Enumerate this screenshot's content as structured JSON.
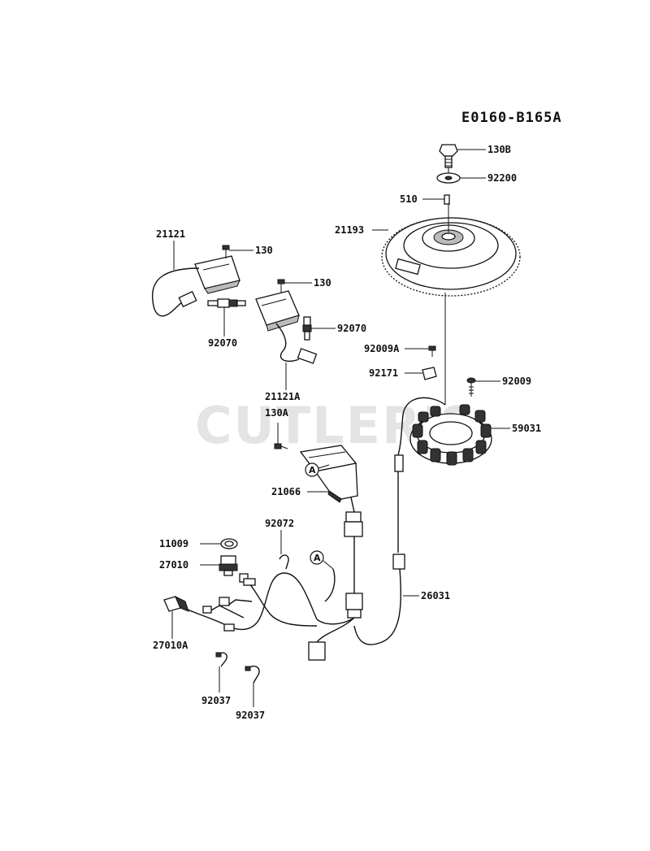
{
  "diagram": {
    "code": "E0160-B165A",
    "watermark": "CUTLER'S",
    "labels": {
      "p130B": "130B",
      "p92200": "92200",
      "p510": "510",
      "p21193": "21193",
      "p21121": "21121",
      "p130_a": "130",
      "p130_b": "130",
      "p92070_a": "92070",
      "p92070_b": "92070",
      "p21121A": "21121A",
      "p92009A": "92009A",
      "p92171": "92171",
      "p92009": "92009",
      "p59031": "59031",
      "p130A": "130A",
      "p21066": "21066",
      "p92072": "92072",
      "p11009": "11009",
      "p27010": "27010",
      "p26031": "26031",
      "p27010A": "27010A",
      "p92037_a": "92037",
      "p92037_b": "92037"
    },
    "callouts": {
      "a1": "A",
      "a2": "A"
    }
  }
}
